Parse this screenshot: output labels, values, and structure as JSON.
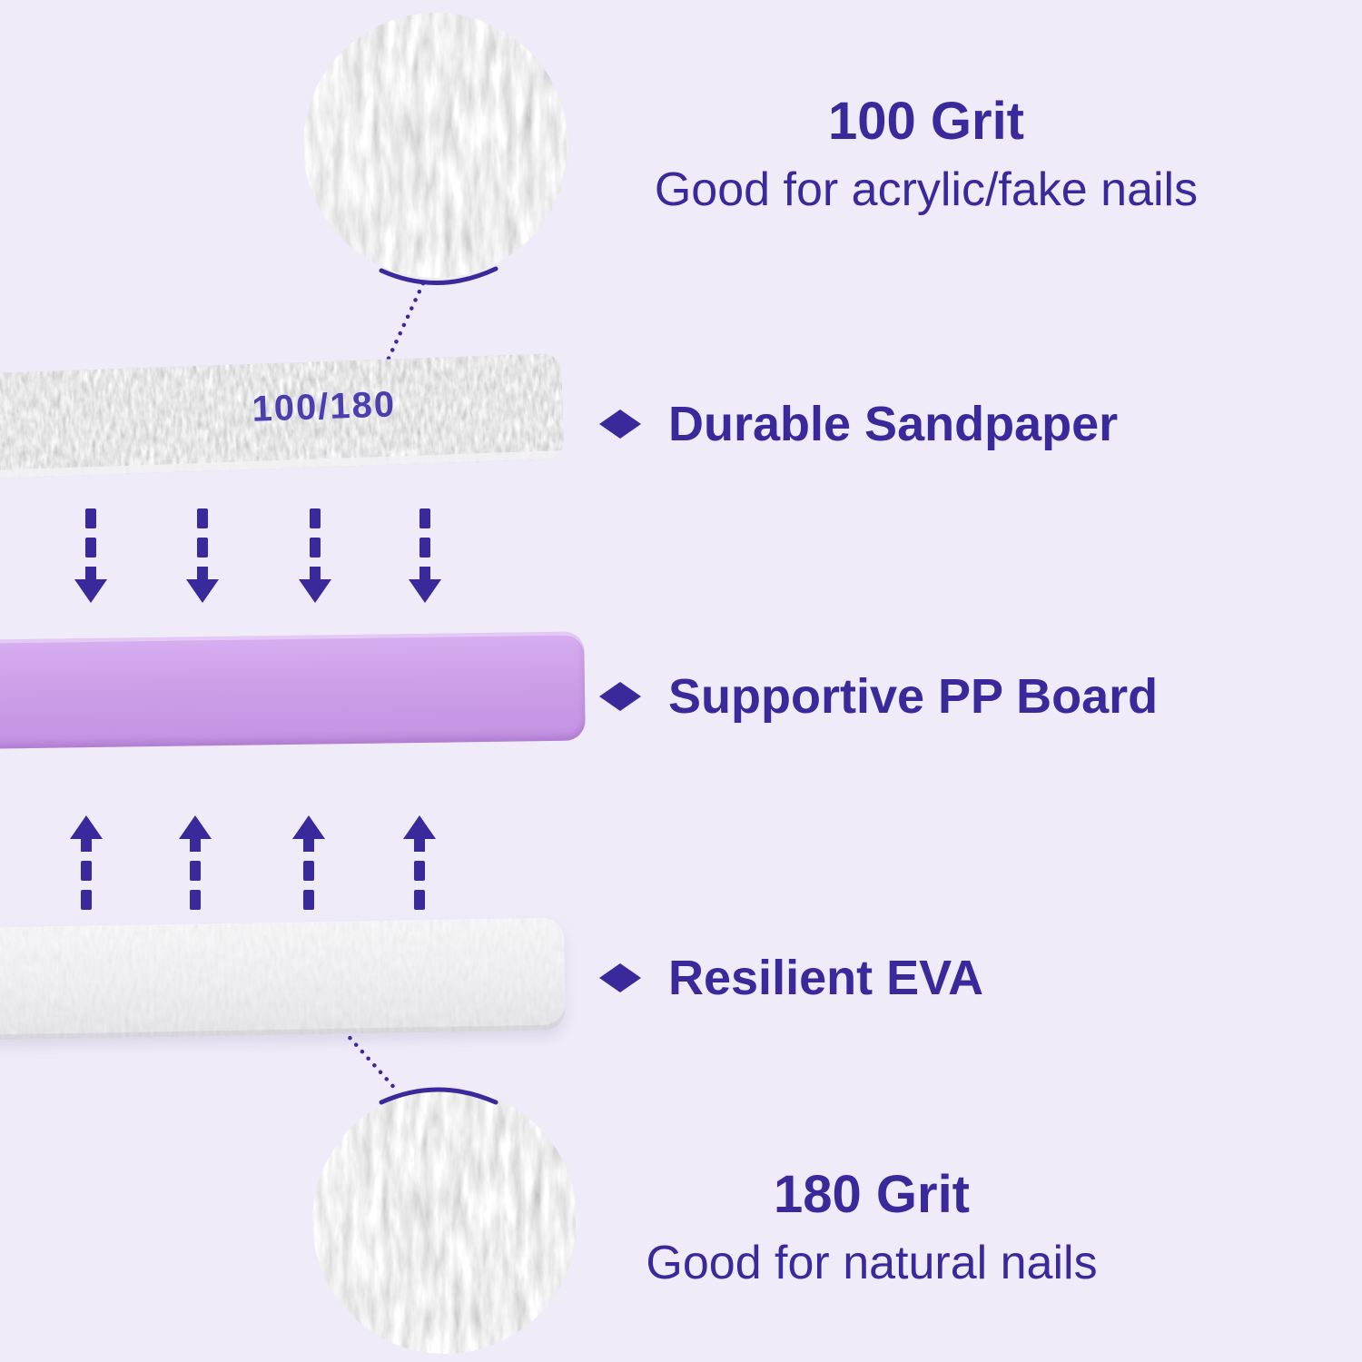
{
  "colors": {
    "bg": "#EFEBF8",
    "accent": "#39299A",
    "grit-text": "#4B3FB0"
  },
  "top_callout": {
    "title": "100 Grit",
    "subtitle": "Good for acrylic/fake nails"
  },
  "bottom_callout": {
    "title": "180 Grit",
    "subtitle": "Good for natural nails"
  },
  "layer_labels": [
    {
      "label": "Durable Sandpaper"
    },
    {
      "label": "Supportive PP Board"
    },
    {
      "label": "Resilient EVA"
    }
  ],
  "file_strip": {
    "grit_marking": "100/180"
  }
}
